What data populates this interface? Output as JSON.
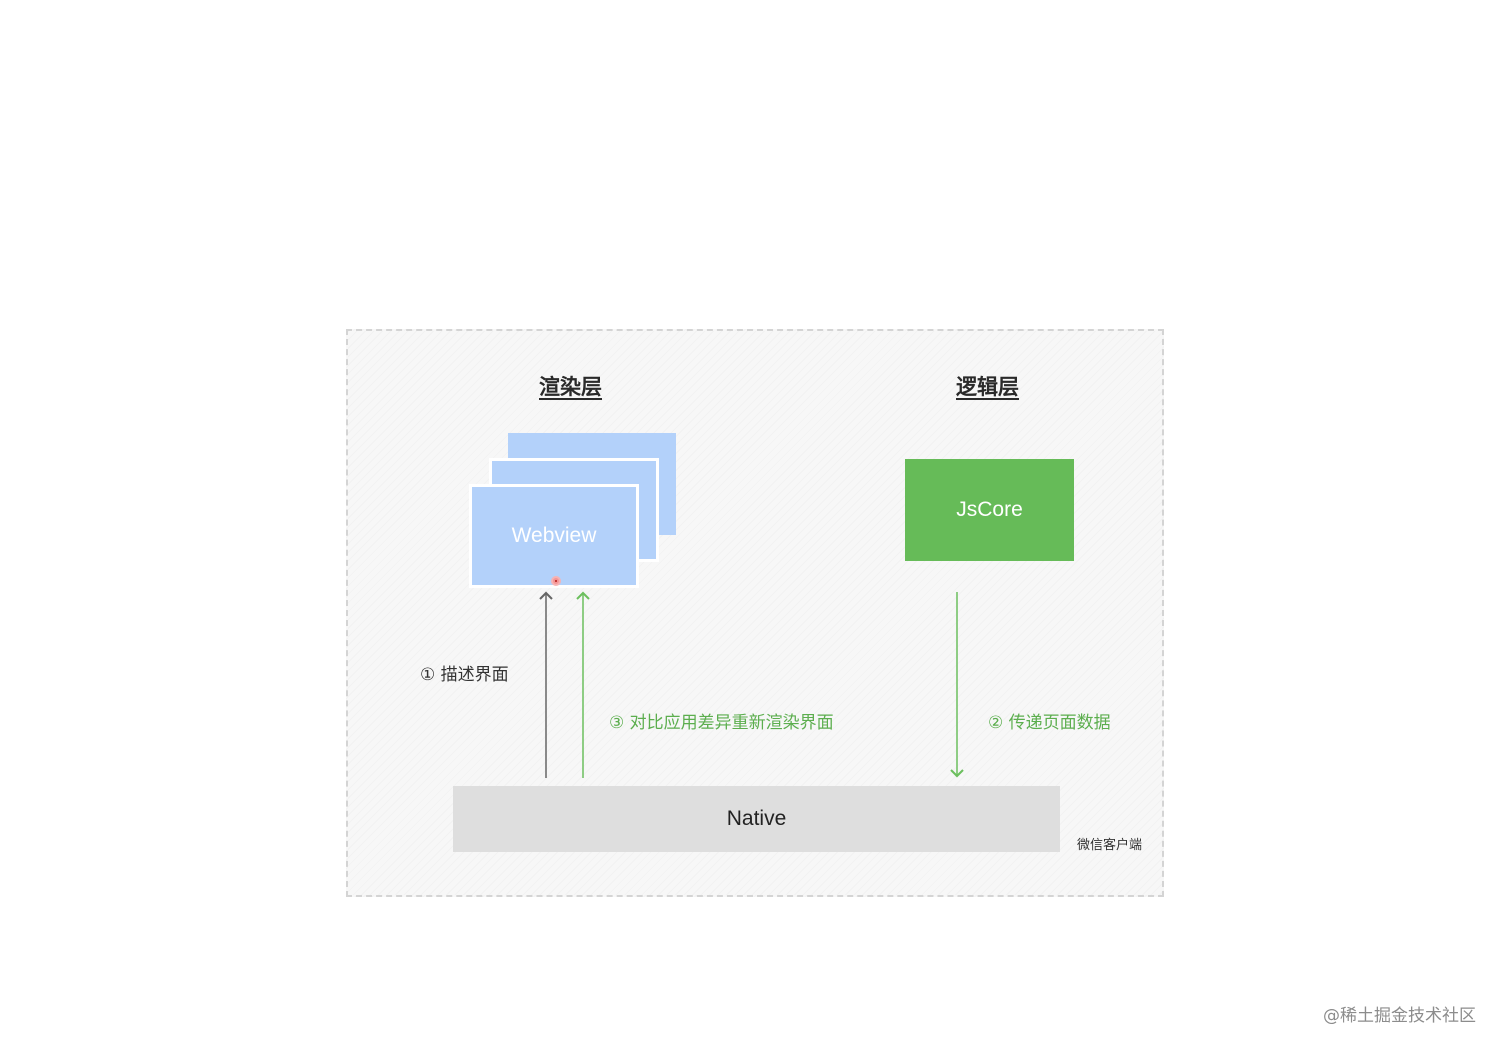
{
  "render_layer": {
    "title": "渲染层",
    "webview_label": "Webview"
  },
  "logic_layer": {
    "title": "逻辑层",
    "jscore_label": "JsCore"
  },
  "native": {
    "label": "Native",
    "client_label": "微信客户端"
  },
  "steps": {
    "step1": "① 描述界面",
    "step2": "② 传递页面数据",
    "step3": "③ 对比应用差异重新渲染界面"
  },
  "watermark": "@稀土掘金技术社区",
  "colors": {
    "webview": "#b3d1fa",
    "jscore": "#66bb58",
    "native": "#dedede",
    "green_text": "#5cae4e",
    "arrow_gray": "#666666",
    "arrow_green": "#6cbf5e"
  }
}
